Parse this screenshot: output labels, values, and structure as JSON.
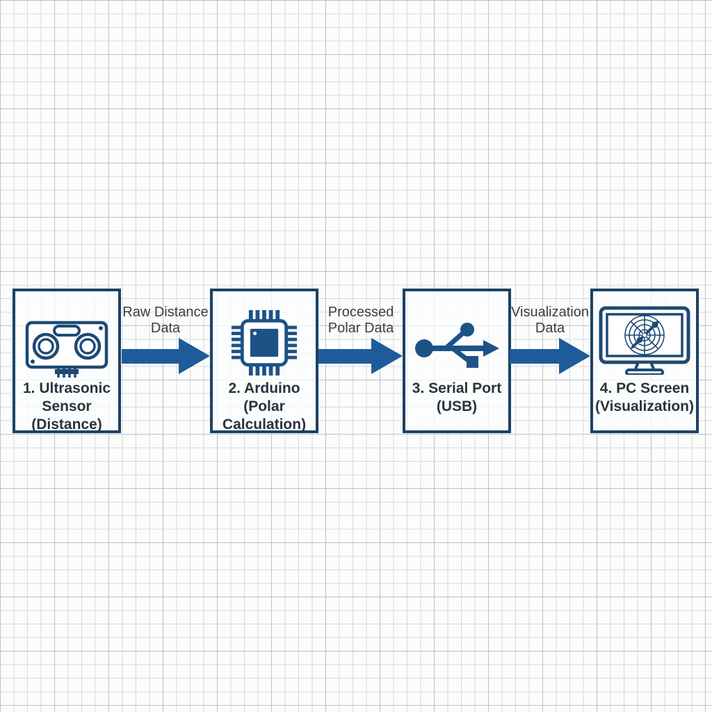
{
  "colors": {
    "paper": "#fcfcfb",
    "grid_minor": "#d2d9e1",
    "grid_major": "#b6c1cd",
    "box_border": "#1c4164",
    "box_fill": "#fbfdfecc",
    "arrow": "#1f5b99",
    "icon": "#1d5287",
    "icon_stroke": "#1d4a74",
    "title_text": "#2a333d",
    "label_text": "#3a3e43"
  },
  "diagram": {
    "type": "flowchart",
    "direction": "left-to-right",
    "nodes": [
      {
        "id": 1,
        "label": "1. Ultrasonic\nSensor\n(Distance)",
        "icon": "ultrasonic-sensor-icon"
      },
      {
        "id": 2,
        "label": "2. Arduino\n(Polar\nCalculation)",
        "icon": "microchip-icon"
      },
      {
        "id": 3,
        "label": "3. Serial Port\n(USB)",
        "icon": "usb-icon"
      },
      {
        "id": 4,
        "label": "4. PC Screen\n(Visualization)",
        "icon": "monitor-radar-icon"
      }
    ],
    "arrows": [
      {
        "from": 1,
        "to": 2,
        "label": "Raw Distance\nData"
      },
      {
        "from": 2,
        "to": 3,
        "label": "Processed\nPolar Data"
      },
      {
        "from": 3,
        "to": 4,
        "label": "Visualization\nData"
      }
    ]
  }
}
